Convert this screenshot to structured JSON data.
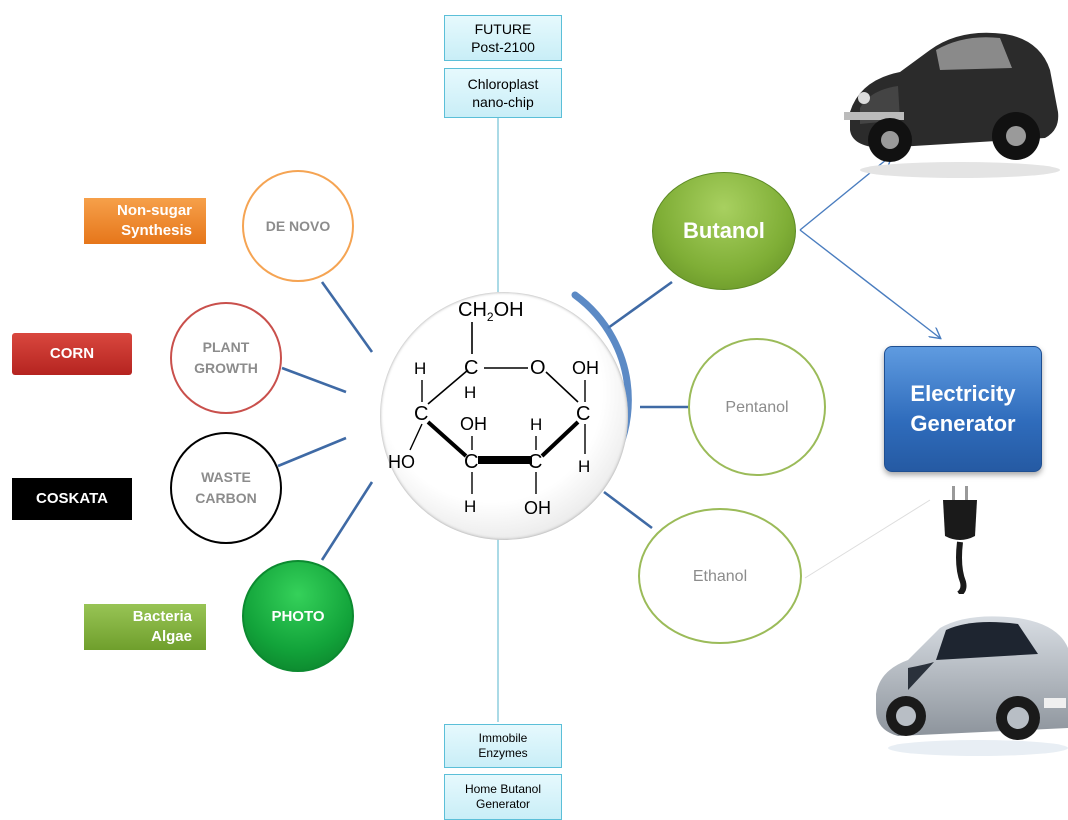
{
  "top": {
    "future": [
      "FUTURE",
      "Post-2100"
    ],
    "chip": [
      "Chloroplast",
      "nano-chip"
    ]
  },
  "bottom": {
    "enzymes": [
      "Immobile",
      "Enzymes"
    ],
    "generator": [
      "Home Butanol",
      "Generator"
    ]
  },
  "left_labels": {
    "nonsugar": [
      "Non-sugar",
      "Synthesis"
    ],
    "corn": "CORN",
    "coskata": "COSKATA",
    "bacteria": [
      "Bacteria",
      "Algae"
    ]
  },
  "left_circles": {
    "denovo": "DE NOVO",
    "plant": [
      "PLANT",
      "GROWTH"
    ],
    "waste": [
      "WASTE",
      "CARBON"
    ],
    "photo": "PHOTO"
  },
  "molecule": {
    "ch2oh": "CH",
    "sub2": "2",
    "oh_top": "OH",
    "o_ring": "O",
    "h": "H",
    "c": "C",
    "oh": "OH",
    "ho": "HO"
  },
  "right": {
    "butanol": "Butanol",
    "pentanol": "Pentanol",
    "ethanol": "Ethanol",
    "generator": [
      "Electricity",
      "Generator"
    ]
  },
  "colors": {
    "orange": "#f08a22",
    "red": "#c8302e",
    "black": "#000000",
    "green_label": "#7fb33a",
    "circle_green": "#9bbb59",
    "connector_blue": "#3f6aa5",
    "electric_blue": "#2f6cbc"
  },
  "icons": {
    "vintage_car": "vintage-car-image",
    "hybrid_car": "hybrid-car-image",
    "plug": "power-plug-image"
  }
}
